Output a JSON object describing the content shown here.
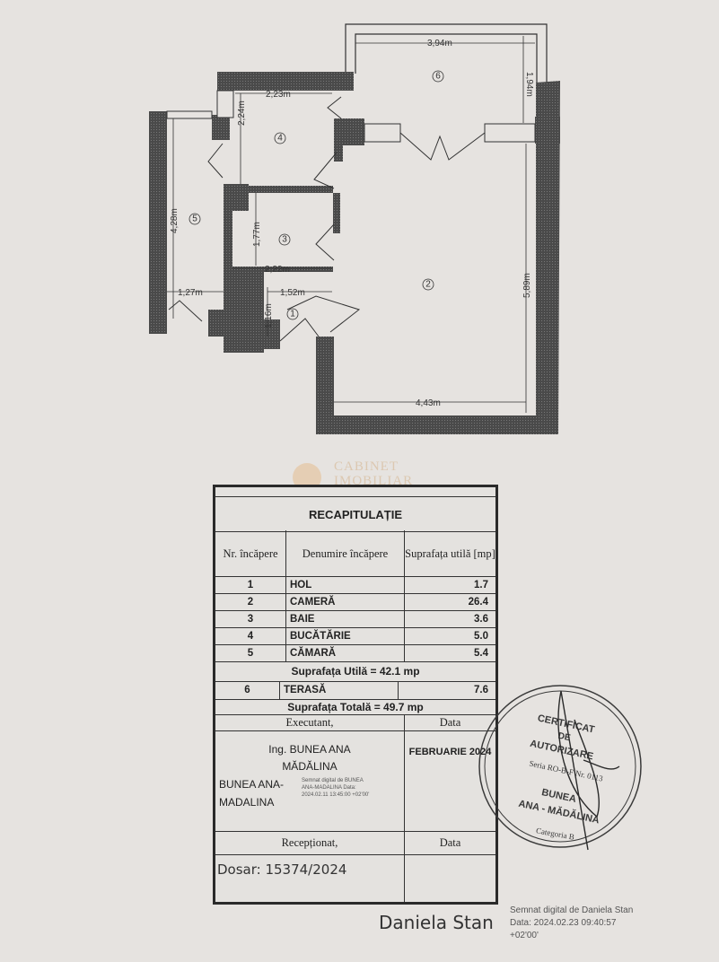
{
  "floor_plan": {
    "dimensions": {
      "terrace_width": "3,94m",
      "terrace_depth": "1,94m",
      "kitchen_width": "2,23m",
      "kitchen_depth": "2,24m",
      "storage_depth": "4,28m",
      "storage_width": "1,27m",
      "bath_depth": "1,77m",
      "bath_width": "2,22m",
      "hall_width": "1,52m",
      "hall_depth": "1,16m",
      "room_depth": "5,89m",
      "room_width": "4,43m"
    },
    "room_numbers": [
      "1",
      "2",
      "3",
      "4",
      "5",
      "6"
    ],
    "wall_color": "#4a4a4a"
  },
  "watermark": {
    "line1": "CABINET",
    "line2": "IMOBILIAR"
  },
  "table": {
    "title": "RECAPITULAȚIE",
    "headers": {
      "nr": "Nr. încăpere",
      "name": "Denumire încăpere",
      "area": "Suprafața utilă [mp]"
    },
    "rows": [
      {
        "nr": "1",
        "name": "HOL",
        "area": "1.7"
      },
      {
        "nr": "2",
        "name": "CAMERĂ",
        "area": "26.4"
      },
      {
        "nr": "3",
        "name": "BAIE",
        "area": "3.6"
      },
      {
        "nr": "4",
        "name": "BUCĂTĂRIE",
        "area": "5.0"
      },
      {
        "nr": "5",
        "name": "CĂMARĂ",
        "area": "5.4"
      }
    ],
    "useful_total": "Suprafața Utilă = 42.1 mp",
    "terrace": {
      "nr": "6",
      "name": "TERASĂ",
      "area": "7.6"
    },
    "grand_total": "Suprafața Totală = 49.7 mp",
    "executant_label": "Executant,",
    "data_label": "Data",
    "executant_name": "Ing. BUNEA ANA MĂDĂLINA",
    "signature_name": "BUNEA ANA-MADALINA",
    "signature_small": "Semnat digital de BUNEA ANA-MADALINA Data: 2024.02.11 13:45:00 +02'00'",
    "date_value": "FEBRUARIE 2024",
    "receptionat_label": "Recepționat,",
    "data_label_2": "Data",
    "dosar": "Dosar: 15374/2024"
  },
  "stamp": {
    "line1": "CERTIFICAT",
    "line2": "DE",
    "line3": "AUTORIZARE",
    "line4": "Seria RO-B-F Nr. 0113",
    "line5": "BUNEA",
    "line6": "ANA - MĂDĂLINA",
    "line7": "Categoria B",
    "color": "#3a3a3a"
  },
  "footer": {
    "signer": "Daniela Stan",
    "digital_line1": "Semnat digital de Daniela Stan",
    "digital_line2": "Data: 2024.02.23 09:40:57 +02'00'"
  }
}
